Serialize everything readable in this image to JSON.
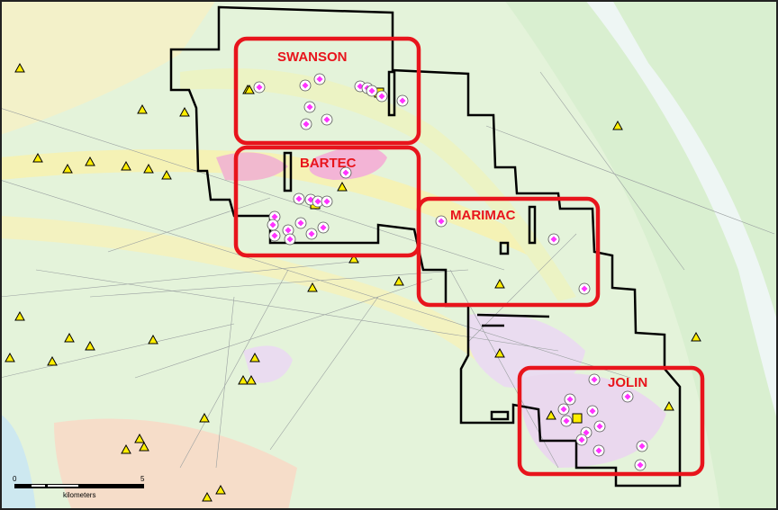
{
  "map": {
    "zones": [
      {
        "name": "SWANSON"
      },
      {
        "name": "BARTEC"
      },
      {
        "name": "MARIMAC"
      },
      {
        "name": "JOLIN"
      }
    ],
    "scale_bar": {
      "start_label": "0",
      "end_label": "5",
      "unit_label": "kilometers"
    },
    "colors": {
      "zone_box": "#e8141c",
      "claim_outline": "#000000",
      "occurrence_marker": "#ff33ff",
      "showing_marker": "#ffee00"
    }
  }
}
